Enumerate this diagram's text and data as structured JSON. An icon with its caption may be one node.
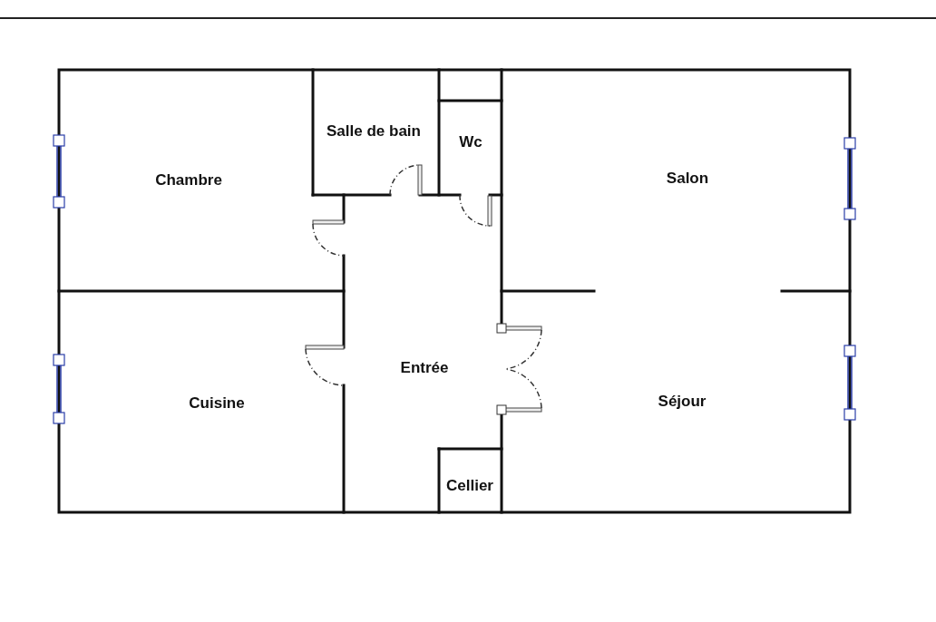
{
  "diagram": {
    "labels": [
      "Salle de bain",
      "Wc",
      "Chambre",
      "Salon",
      "Entrée",
      "Cuisine",
      "Séjour",
      "Cellier"
    ]
  }
}
